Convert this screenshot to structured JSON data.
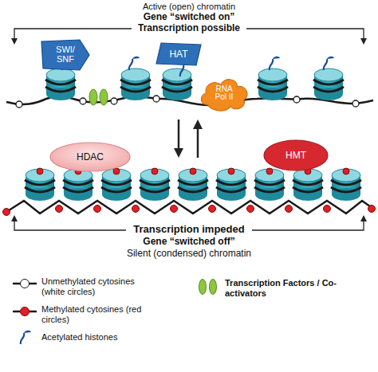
{
  "diagram": {
    "nodes": [
      {
        "text": [
          "SWI/ SNF"
        ]
      },
      {
        "text": [
          "HAT"
        ]
      },
      {
        "text": [
          "RNA Pol II"
        ]
      },
      {
        "text": [
          "HDAC"
        ]
      },
      {
        "text": [
          "HMT"
        ]
      }
    ],
    "labels": [
      "Active (open) chromatin",
      "Gene “switched on”",
      "Transcription possible",
      "Transcription impeded",
      "Gene “switched off”",
      "Silent (condensed) chromatin"
    ],
    "legend": [
      {
        "text": "Unmethylated cytosines (white circles)",
        "color": "#ffffff"
      },
      {
        "text": "Methylated cytosines (red circles)",
        "color": "#e31e24"
      },
      {
        "text": "Acetylated histones"
      },
      {
        "text": "Transcription Factors / Co-activators",
        "color": "#8dc63f"
      }
    ]
  }
}
